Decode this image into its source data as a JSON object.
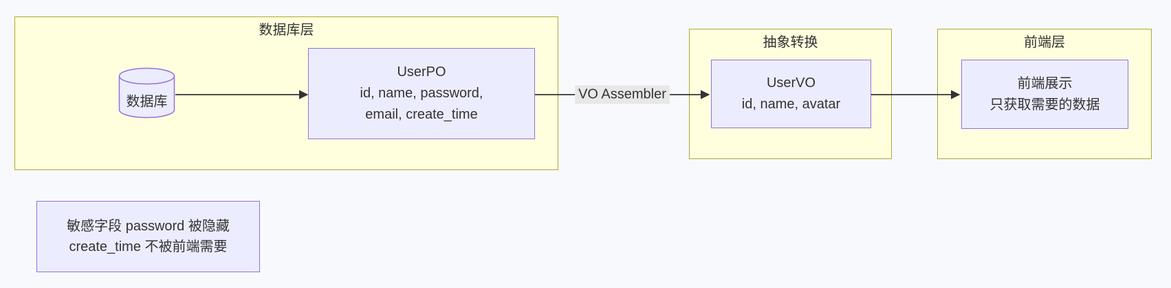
{
  "diagram": {
    "clusters": {
      "database_layer": {
        "title": "数据库层"
      },
      "abstract_transform": {
        "title": "抽象转换"
      },
      "frontend_layer": {
        "title": "前端层"
      }
    },
    "nodes": {
      "database": {
        "label": "数据库"
      },
      "userpo": {
        "lines": [
          "UserPO",
          "id, name, password,",
          "email, create_time"
        ]
      },
      "uservo": {
        "lines": [
          "UserVO",
          "id, name, avatar"
        ]
      },
      "frontend_display": {
        "lines": [
          "前端展示",
          "只获取需要的数据"
        ]
      },
      "note": {
        "lines": [
          "敏感字段 password 被隐藏",
          "create_time 不被前端需要"
        ]
      }
    },
    "edges": {
      "assembler_label": "VO Assembler"
    },
    "colors": {
      "page_bg": "#f8f9fc",
      "cluster_fill": "#ffffde",
      "cluster_border": "#aaaa33",
      "node_fill": "#ECECFF",
      "node_border": "#9370DB",
      "edge_label_bg": "#e8e8e8",
      "arrow": "#333333",
      "text": "#333333"
    }
  }
}
